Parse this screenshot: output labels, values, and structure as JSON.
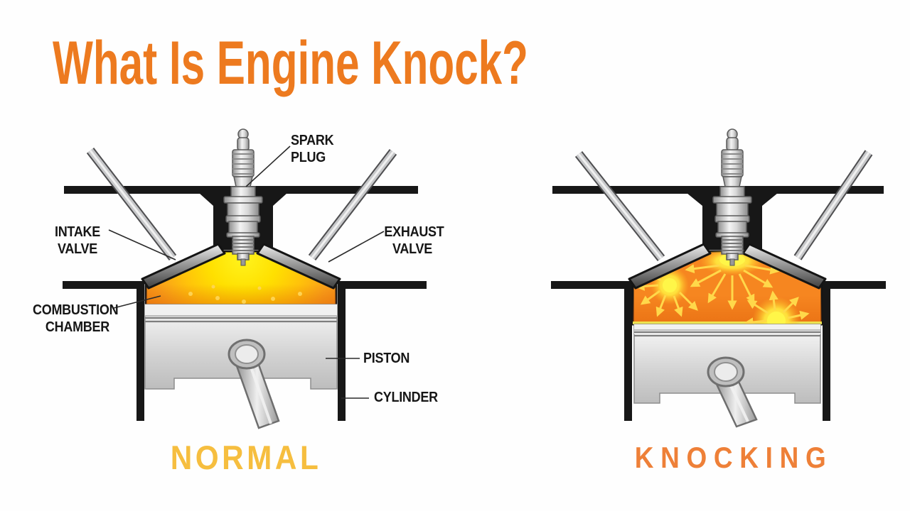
{
  "page": {
    "title": "What Is Engine Knock?"
  },
  "diagrams": {
    "normal": {
      "caption": "NORMAL",
      "labels": {
        "spark_plug": "SPARK\nPLUG",
        "intake_valve": "INTAKE\nVALVE",
        "exhaust_valve": "EXHAUST\nVALVE",
        "combustion_chamber": "COMBUSTION\nCHAMBER",
        "piston": "PISTON",
        "cylinder": "CYLINDER"
      }
    },
    "knocking": {
      "caption": "KNOCKING"
    }
  },
  "colors": {
    "title": "#ED7A1F",
    "normal_caption": "#F6BE3F",
    "knocking_caption": "#EE8038",
    "flame_yellow": "#FFE000",
    "flame_orange": "#F5831E",
    "structure_black": "#171717",
    "metal_gray": "#C9C9C9",
    "label_text": "#161616"
  }
}
